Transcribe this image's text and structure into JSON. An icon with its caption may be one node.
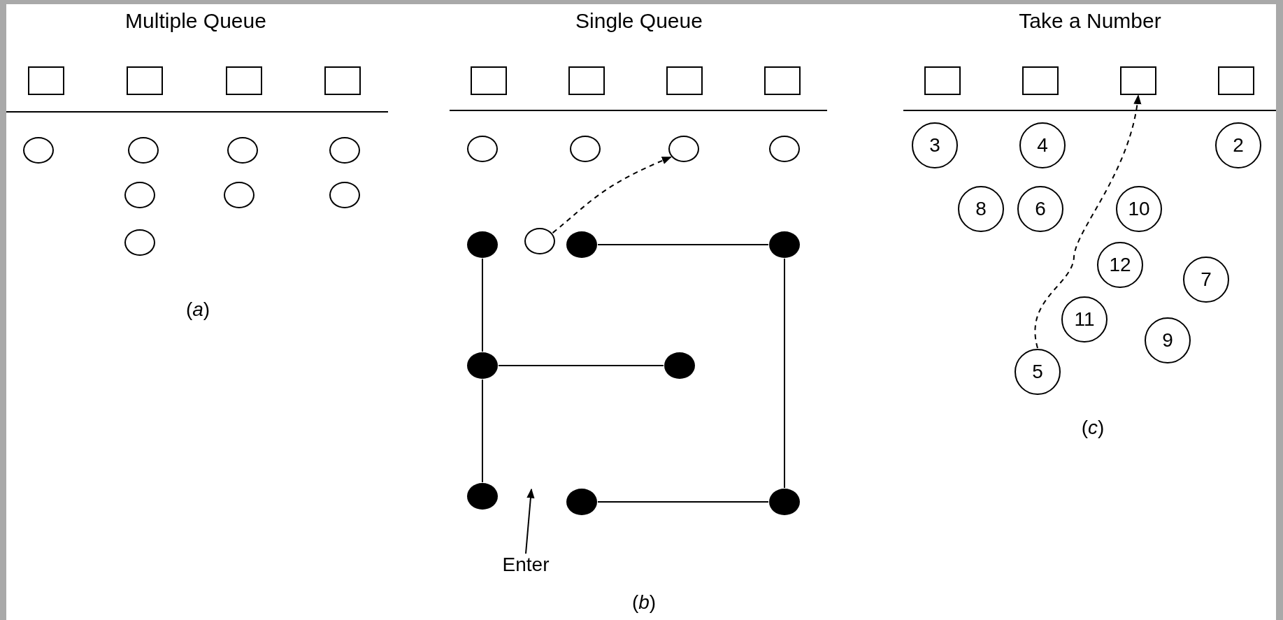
{
  "diagram": {
    "nodes": [
      {
        "text": [],
        "shape": "box"
      },
      {
        "text": [],
        "shape": "box"
      },
      {
        "text": [],
        "shape": "box"
      },
      {
        "text": [],
        "shape": "box"
      },
      {
        "text": [],
        "shape": "circle"
      },
      {
        "text": [],
        "shape": "circle"
      },
      {
        "text": [],
        "shape": "circle"
      },
      {
        "text": [],
        "shape": "circle"
      },
      {
        "text": [],
        "shape": "circle"
      },
      {
        "text": [],
        "shape": "circle"
      },
      {
        "text": [],
        "shape": "circle"
      },
      {
        "text": [],
        "shape": "circle"
      },
      {
        "text": [],
        "shape": "box"
      },
      {
        "text": [],
        "shape": "box"
      },
      {
        "text": [],
        "shape": "box"
      },
      {
        "text": [],
        "shape": "box"
      },
      {
        "text": [],
        "shape": "circle"
      },
      {
        "text": [],
        "shape": "circle"
      },
      {
        "text": [],
        "shape": "circle"
      },
      {
        "text": [],
        "shape": "circle"
      },
      {
        "text": [],
        "shape": "dot"
      },
      {
        "text": [],
        "shape": "circle"
      },
      {
        "text": [],
        "shape": "dot"
      },
      {
        "text": [],
        "shape": "dot"
      },
      {
        "text": [],
        "shape": "dot"
      },
      {
        "text": [],
        "shape": "dot"
      },
      {
        "text": [],
        "shape": "dot"
      },
      {
        "text": [],
        "shape": "dot"
      },
      {
        "text": [],
        "shape": "dot"
      },
      {
        "text": [
          "Enter"
        ]
      },
      {
        "text": [],
        "shape": "box"
      },
      {
        "text": [],
        "shape": "box"
      },
      {
        "text": [],
        "shape": "box"
      },
      {
        "text": [],
        "shape": "box"
      },
      {
        "text": [
          "3"
        ]
      },
      {
        "text": [
          "4"
        ]
      },
      {
        "text": [
          "2"
        ]
      },
      {
        "text": [
          "8"
        ]
      },
      {
        "text": [
          "6"
        ]
      },
      {
        "text": [
          "10"
        ]
      },
      {
        "text": [
          "12"
        ]
      },
      {
        "text": [
          "7"
        ]
      },
      {
        "text": [
          "11"
        ]
      },
      {
        "text": [
          "9"
        ]
      },
      {
        "text": [
          "5"
        ]
      }
    ],
    "edges": [
      {
        "from": 21,
        "to": 18,
        "arrow": "to",
        "style": "dashed"
      },
      {
        "from": 20,
        "to": 24,
        "arrow": "none"
      },
      {
        "from": 24,
        "to": 26,
        "arrow": "none"
      },
      {
        "from": 24,
        "to": 25,
        "arrow": "none"
      },
      {
        "from": 22,
        "to": 23,
        "arrow": "none"
      },
      {
        "from": 23,
        "to": 28,
        "arrow": "none"
      },
      {
        "from": 27,
        "to": 28,
        "arrow": "none"
      },
      {
        "from": 29,
        "to": null,
        "arrow": "to"
      },
      {
        "from": 44,
        "to": 32,
        "arrow": "to",
        "style": "dashed"
      }
    ],
    "labels": [
      "Multiple Queue",
      "Single Queue",
      "Take a Number",
      "(*a*)",
      "(*b*)",
      "(*c*)"
    ]
  }
}
